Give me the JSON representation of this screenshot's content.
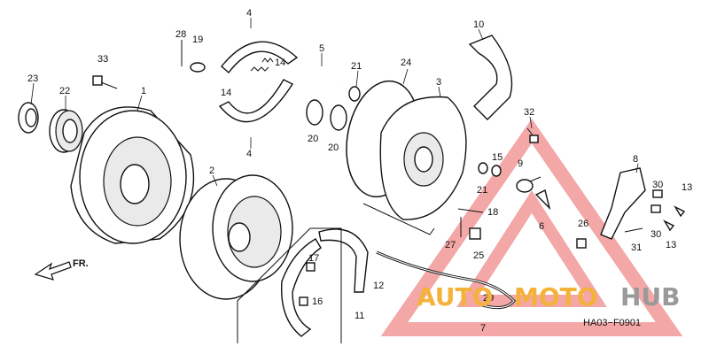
{
  "diagram": {
    "code": "HA03−F0901",
    "direction_label": "FR.",
    "watermark": {
      "part1": "AUTO",
      "part2": "MOTO",
      "part3": "HUB",
      "logo_color": "#f08a8a",
      "accent": "#f4b23a",
      "gray": "#9a9a9a"
    },
    "callouts": [
      {
        "id": "c1",
        "text": "1"
      },
      {
        "id": "c2",
        "text": "2"
      },
      {
        "id": "c3",
        "text": "3"
      },
      {
        "id": "c4a",
        "text": "4"
      },
      {
        "id": "c4b",
        "text": "4"
      },
      {
        "id": "c5",
        "text": "5"
      },
      {
        "id": "c6",
        "text": "6"
      },
      {
        "id": "c7",
        "text": "7"
      },
      {
        "id": "c8",
        "text": "8"
      },
      {
        "id": "c9",
        "text": "9"
      },
      {
        "id": "c10",
        "text": "10"
      },
      {
        "id": "c11",
        "text": "11"
      },
      {
        "id": "c12",
        "text": "12"
      },
      {
        "id": "c13a",
        "text": "13"
      },
      {
        "id": "c13b",
        "text": "13"
      },
      {
        "id": "c14a",
        "text": "14"
      },
      {
        "id": "c14b",
        "text": "14"
      },
      {
        "id": "c15",
        "text": "15"
      },
      {
        "id": "c16",
        "text": "16"
      },
      {
        "id": "c17",
        "text": "17"
      },
      {
        "id": "c18",
        "text": "18"
      },
      {
        "id": "c19",
        "text": "19"
      },
      {
        "id": "c20a",
        "text": "20"
      },
      {
        "id": "c20b",
        "text": "20"
      },
      {
        "id": "c21a",
        "text": "21"
      },
      {
        "id": "c21b",
        "text": "21"
      },
      {
        "id": "c22",
        "text": "22"
      },
      {
        "id": "c23",
        "text": "23"
      },
      {
        "id": "c24",
        "text": "24"
      },
      {
        "id": "c25",
        "text": "25"
      },
      {
        "id": "c26",
        "text": "26"
      },
      {
        "id": "c27",
        "text": "27"
      },
      {
        "id": "c28",
        "text": "28"
      },
      {
        "id": "c29",
        "text": "29"
      },
      {
        "id": "c30a",
        "text": "30"
      },
      {
        "id": "c30b",
        "text": "30"
      },
      {
        "id": "c31",
        "text": "31"
      },
      {
        "id": "c32",
        "text": "32"
      },
      {
        "id": "c33",
        "text": "33"
      }
    ]
  }
}
